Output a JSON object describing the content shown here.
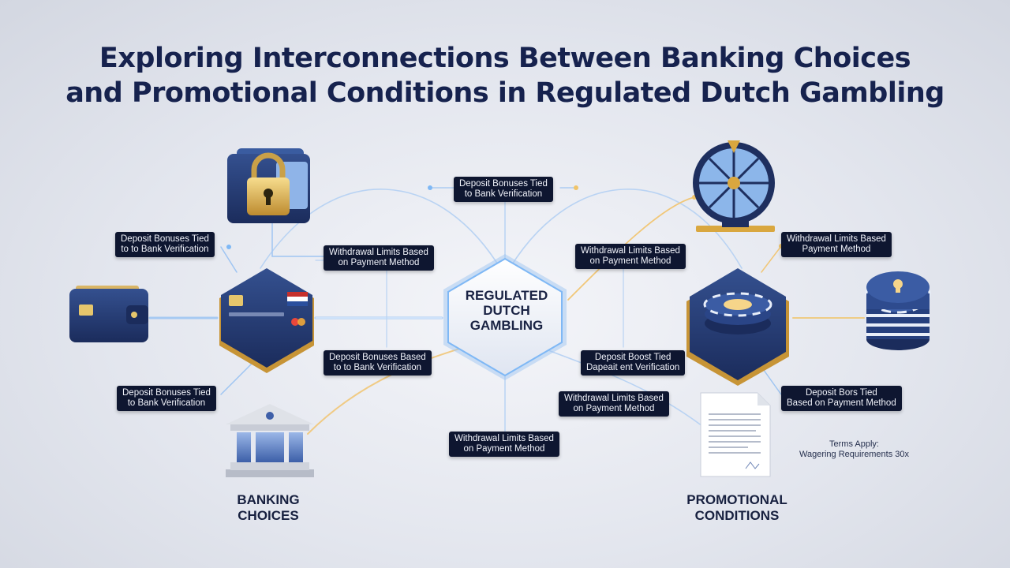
{
  "title": {
    "line1": "Exploring Interconnections Between Banking Choices",
    "line2": "and Promotional Conditions in Regulated Dutch Gambling"
  },
  "hub": {
    "line1": "REGULATED",
    "line2": "DUTCH",
    "line3": "GAMBLING"
  },
  "labels": {
    "top_center": {
      "line1": "Deposit Bonuses Tied",
      "line2": "to Bank Verification"
    },
    "left_top": {
      "line1": "Deposit Bonuses Tied",
      "line2": "to to Bank Verification"
    },
    "left_mid_upper": {
      "line1": "Withdrawal Limits Based",
      "line2": "on Payment Method"
    },
    "left_mid_lower": {
      "line1": "Deposit Bonuses Based",
      "line2": "to to Bank Verification"
    },
    "left_bottom": {
      "line1": "Deposit Bonuses Tied",
      "line2": "to Bank Verification"
    },
    "bottom_center": {
      "line1": "Withdrawal Limits Based",
      "line2": "on Payment Method"
    },
    "right_mid_upper": {
      "line1": "Withdrawal Limits Based",
      "line2": "on Payment Method"
    },
    "right_top": {
      "line1": "Withdrawal Limits Based",
      "line2": "Payment Method"
    },
    "right_mid_lower": {
      "line1": "Deposit Boost Tied",
      "line2": "Dapeait ent Verification"
    },
    "right_lower": {
      "line1": "Withdrawal Limits Based",
      "line2": "on Payment Method"
    },
    "right_bottom": {
      "line1": "Deposit Bors Tied",
      "line2": "Based on Payment Method"
    }
  },
  "captions": {
    "banking": {
      "line1": "BANKING",
      "line2": "CHOICES"
    },
    "promotional": {
      "line1": "PROMOTIONAL",
      "line2": "CONDITIONS"
    }
  },
  "terms": {
    "line1": "Terms Apply:",
    "line2": "Wagering Requirements 30x"
  },
  "icons": [
    "wallet-lock-icon",
    "wallet-icon",
    "credit-card-icon",
    "netherlands-flag-icon",
    "bank-building-icon",
    "prize-wheel-icon",
    "chip-lock-icon",
    "chip-stack-icon",
    "terms-document-icon"
  ],
  "colors": {
    "navy": "#233a74",
    "label_bg": "#0e1630",
    "gold": "#d8a640",
    "glow": "#7fb8f5"
  }
}
